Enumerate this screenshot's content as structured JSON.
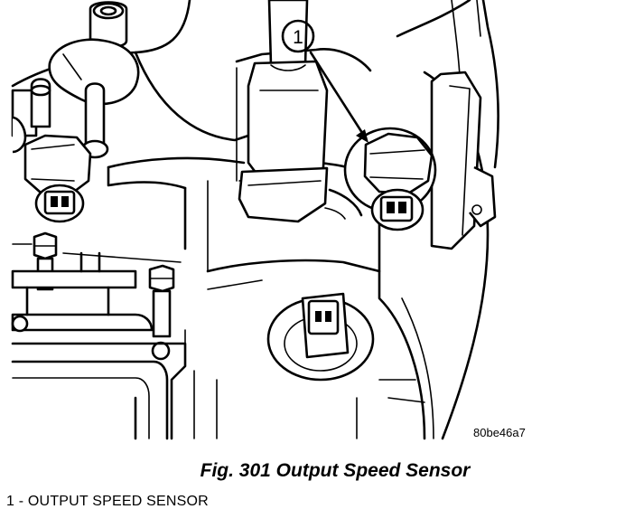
{
  "figure": {
    "callout_number": "1",
    "image_code": "80be46a7"
  },
  "caption": {
    "text": "Fig. 301 Output Speed Sensor"
  },
  "legend": {
    "items": [
      {
        "text": "1 - OUTPUT SPEED SENSOR"
      }
    ]
  }
}
